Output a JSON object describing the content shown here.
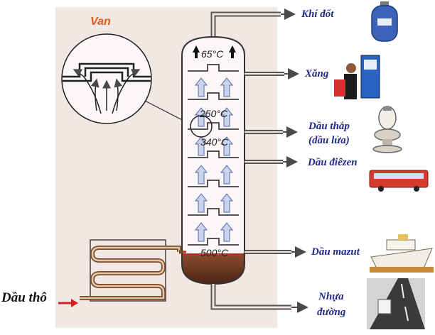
{
  "valve_label": "Van",
  "temperatures": {
    "t65": "65°C",
    "t250": "250°C",
    "t340": "340°C",
    "t500": "500°C"
  },
  "input_label": "Dầu thô",
  "products": [
    {
      "label": "Khí đốt",
      "icon": "gas-cylinder-icon"
    },
    {
      "label": "Xăng",
      "icon": "fuel-pump-icon"
    },
    {
      "label_line1": "Dầu thắp",
      "label_line2": "(dầu lửa)",
      "icon": "oil-lamp-icon"
    },
    {
      "label": "Dầu điêzen",
      "icon": "bus-icon"
    },
    {
      "label": "Dầu mazut",
      "icon": "ship-icon"
    },
    {
      "label_line1": "Nhựa",
      "label_line2": "đường",
      "icon": "road-icon"
    }
  ],
  "colors": {
    "background": "#f1e7e3",
    "column_outline": "#333333",
    "arrow_fill": "#c9d3ec",
    "residue": "#6a3a23",
    "label_blue": "#1f2a8a",
    "valve_label": "#e05a1e",
    "crude_arrow": "#d32020",
    "heat_pipe": "#8a5a3a"
  }
}
